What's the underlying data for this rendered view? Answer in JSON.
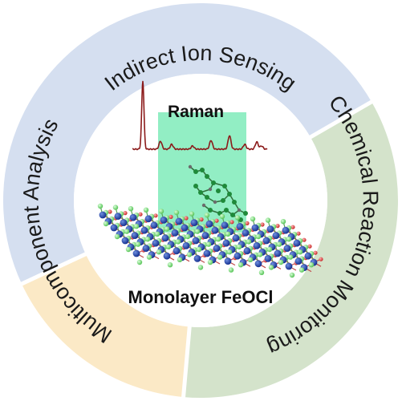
{
  "segments": {
    "top": {
      "label": "Indirect Ion Sensing",
      "color": "#d5dff0"
    },
    "right": {
      "label": "Chemical Reaction Monitoring",
      "color": "#d4e3cb"
    },
    "left": {
      "label": "Multicomponent Analysis",
      "color": "#fbe9c6"
    }
  },
  "center": {
    "spectrum_label": "Raman",
    "material_label": "Monolayer FeOCl",
    "spectrum_color": "#8b1a1a",
    "beam_color": "#6ee8b0"
  }
}
